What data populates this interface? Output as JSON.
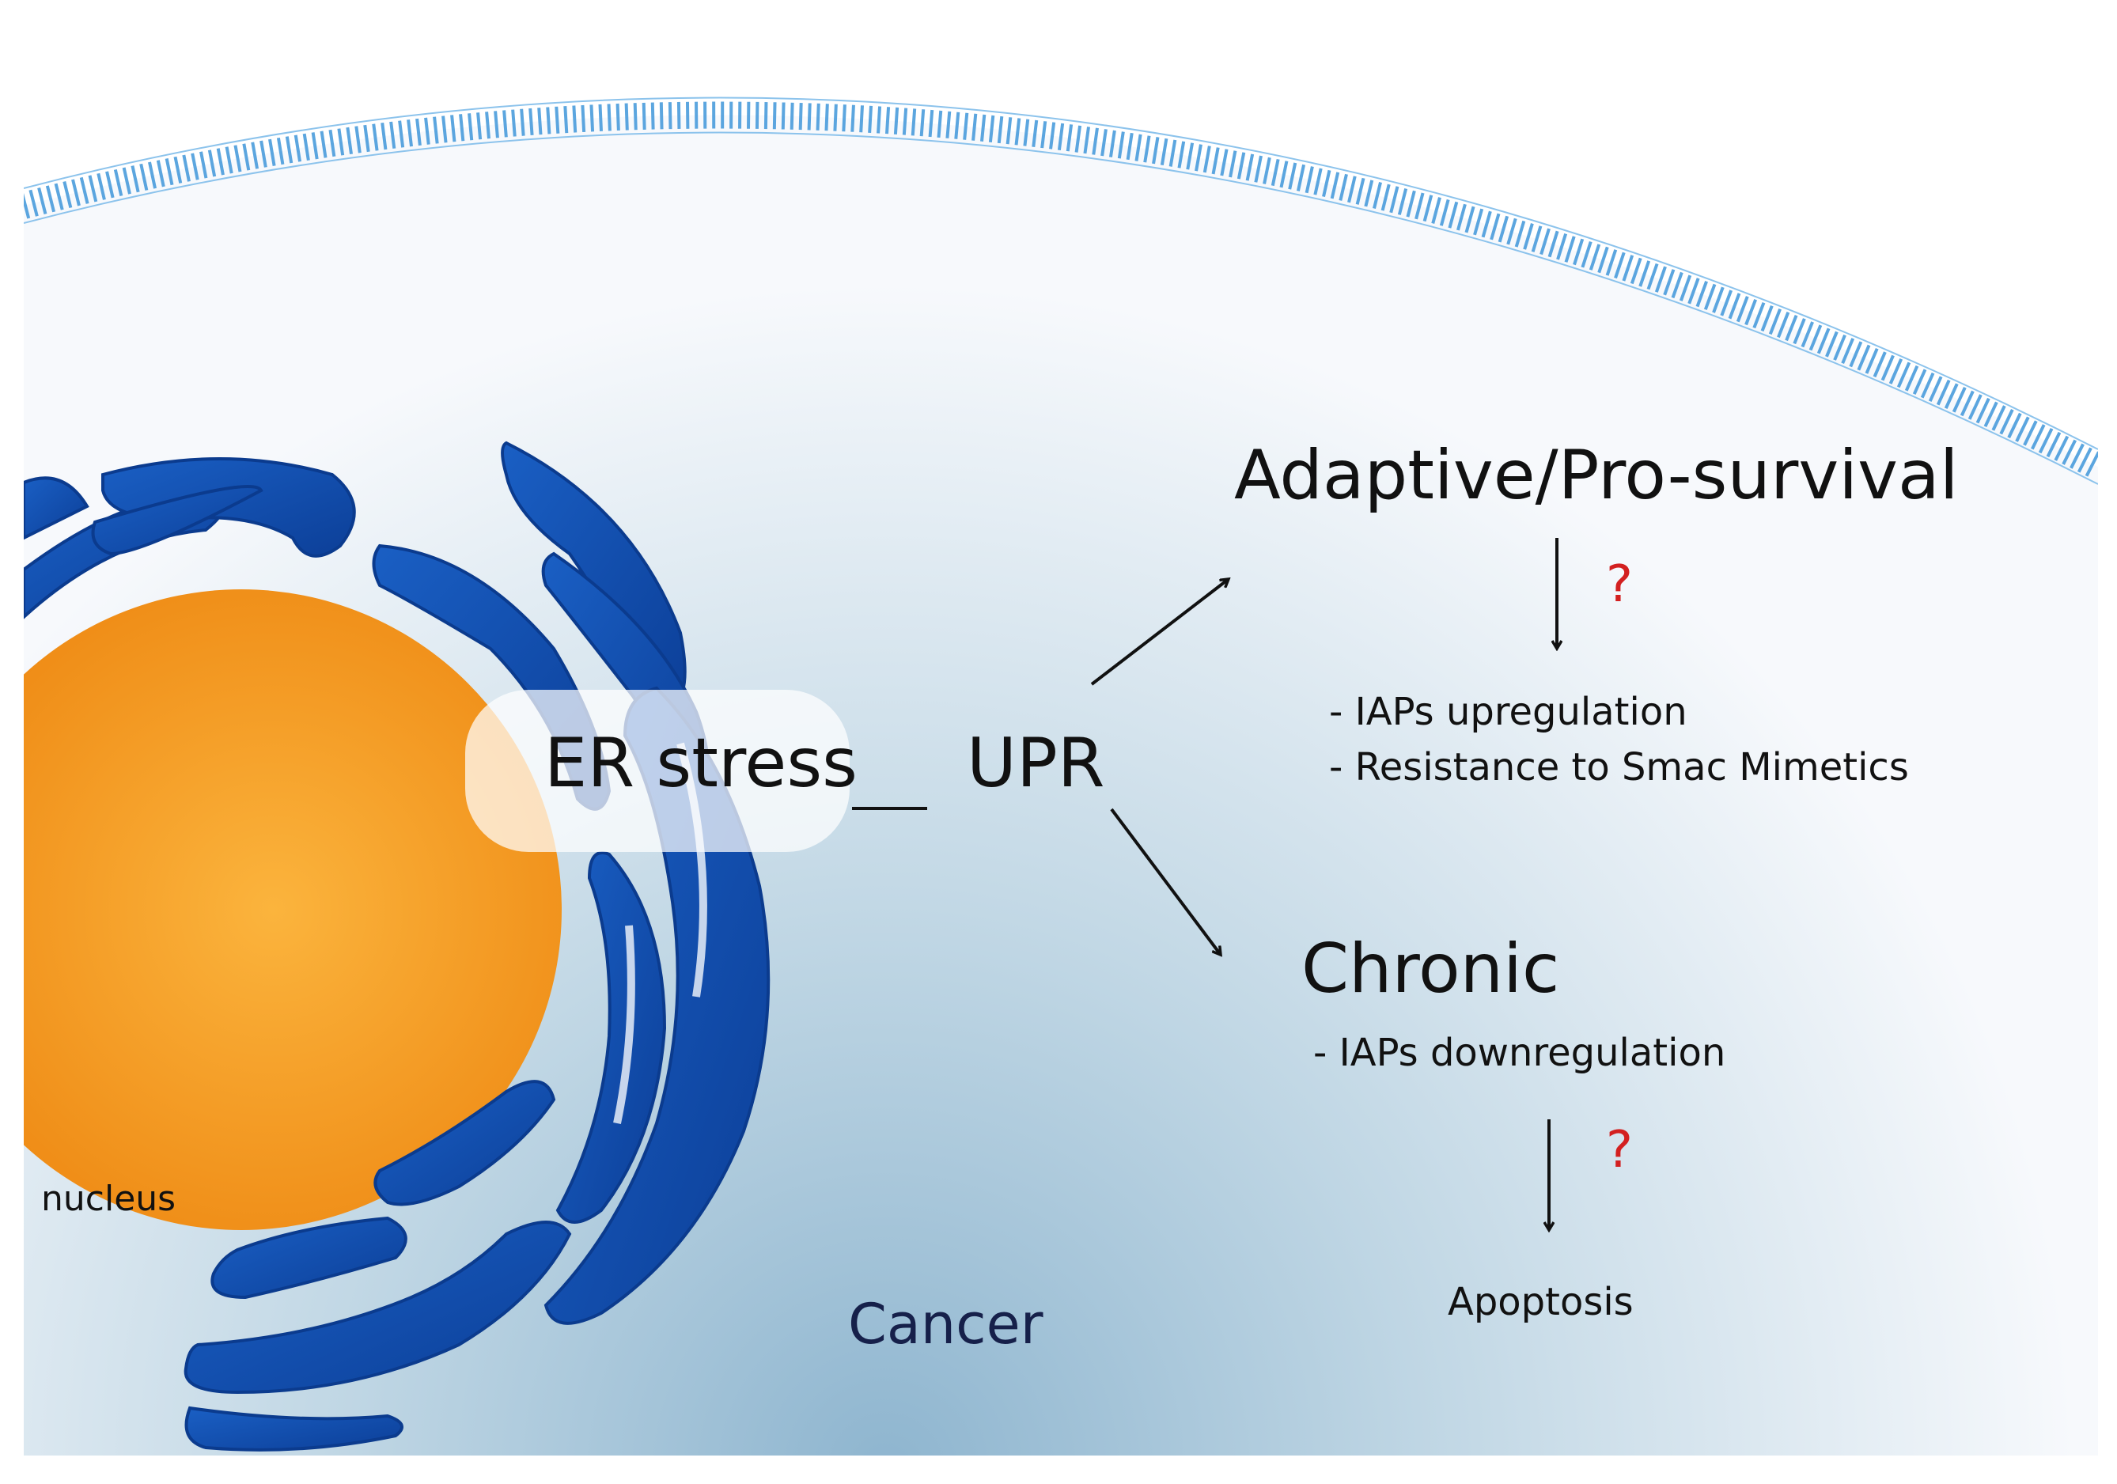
{
  "labels": {
    "er_stress": "ER stress",
    "upr": "UPR",
    "adaptive": "Adaptive/Pro-survival",
    "adaptive_items": [
      "- IAPs upregulation",
      "- Resistance to Smac Mimetics"
    ],
    "chronic": "Chronic",
    "chronic_items": [
      "- IAPs downregulation"
    ],
    "apoptosis": "Apoptosis",
    "nucleus": "nucleus",
    "cancer": "Cancer",
    "question_mark": "?"
  },
  "colors": {
    "cytoplasm_light": "#f7f9fc",
    "cytoplasm_dark": "#93b9d1",
    "membrane": "#3f96d9",
    "er_blue": "#1452b4",
    "er_dark": "#0b3b8e",
    "nucleus_center": "#f9ad38",
    "nucleus_edge": "#f0901a",
    "question": "#d32020",
    "text": "#111111",
    "cancer_text": "#16204a"
  }
}
